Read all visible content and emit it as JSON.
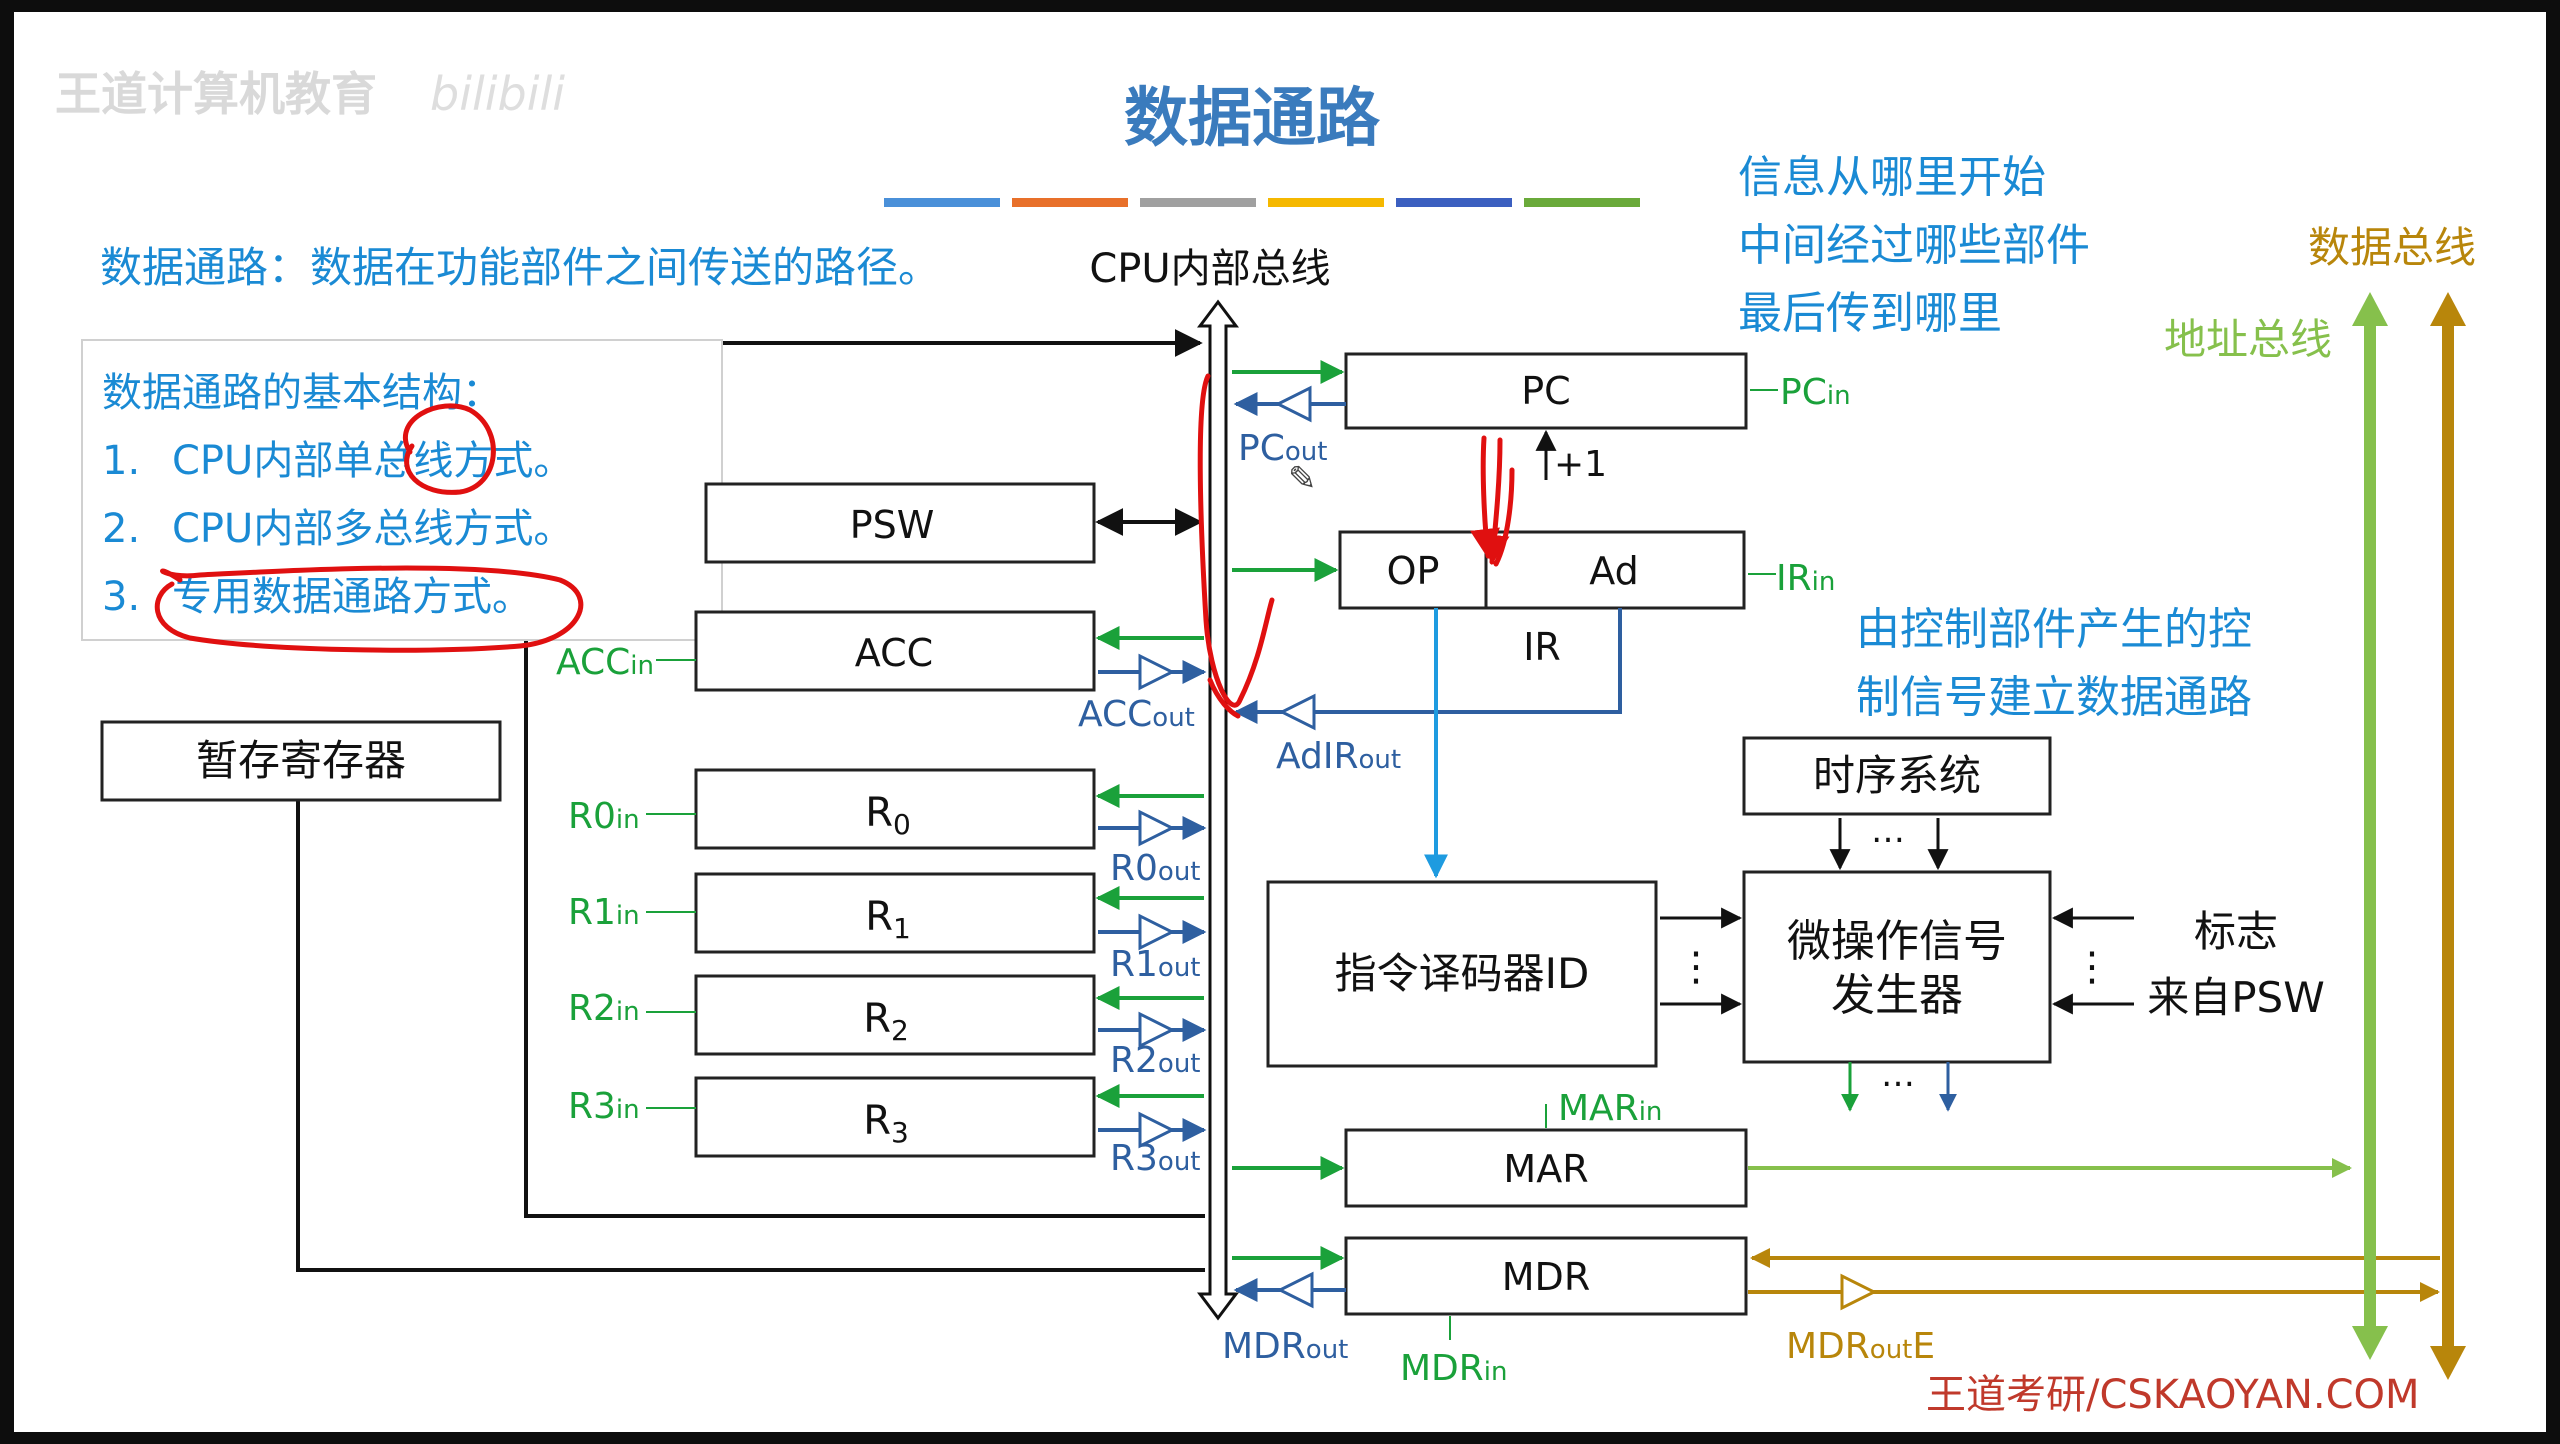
{
  "watermark": "王道计算机教育",
  "title": "数据通路",
  "definition": "数据通路：数据在功能部件之间传送的路径。",
  "bus_label": "CPU内部总线",
  "questions": [
    "信息从哪里开始",
    "中间经过哪些部件",
    "最后传到哪里"
  ],
  "control_note": [
    "由控制部件产生的控",
    "制信号建立数据通路"
  ],
  "structure": {
    "heading": "数据通路的基本结构：",
    "items": [
      {
        "num": "1.",
        "text": "CPU内部单总线方式。"
      },
      {
        "num": "2.",
        "text": "CPU内部多总线方式。"
      },
      {
        "num": "3.",
        "text": "专用数据通路方式。"
      }
    ]
  },
  "boxes": {
    "temp": "暂存寄存器",
    "psw": "PSW",
    "acc": "ACC",
    "r0": "R",
    "r0_sub": "0",
    "r1": "R",
    "r1_sub": "1",
    "r2": "R",
    "r2_sub": "2",
    "r3": "R",
    "r3_sub": "3",
    "pc": "PC",
    "op": "OP",
    "ad": "Ad",
    "ir": "IR",
    "decoder": "指令译码器ID",
    "timing": "时序系统",
    "micro_line1": "微操作信号",
    "micro_line2": "发生器",
    "mar": "MAR",
    "mdr": "MDR"
  },
  "signals": {
    "pc_in": "PCin",
    "pc_out": "PCout",
    "plus_one": "+1",
    "ir_in": "IRin",
    "adir_out": "AdIRout",
    "acc_in": "ACCin",
    "acc_out": "ACCout",
    "r0_in": "R0in",
    "r0_out": "R0out",
    "r1_in": "R1in",
    "r1_out": "R1out",
    "r2_in": "R2in",
    "r2_out": "R2out",
    "r3_in": "R3in",
    "r3_out": "R3out",
    "mar_in": "MARin",
    "mdr_out": "MDRout",
    "mdr_in": "MDRin",
    "mdr_oute": "MDRoutE",
    "flags_line1": "标志",
    "flags_line2": "来自PSW",
    "ellipsis": "…",
    "vdots": "⋮"
  },
  "buses": {
    "data": "数据总线",
    "address": "地址总线"
  },
  "footer": "王道考研/CSKAOYAN.COM",
  "colors": {
    "title": "#3a7bbd",
    "blue_text": "#1a8ad4",
    "control_green": "#1aa13a",
    "signal_blue": "#2e5fa0",
    "address_green": "#86c04c",
    "data_gold": "#b8860b",
    "footer_red": "#c0392b",
    "ink_red": "#e01010",
    "ir_line_blue": "#1e9be0"
  },
  "title_underline_colors": [
    "#4a90d9",
    "#e8702a",
    "#a0a0a0",
    "#f5b800",
    "#3b5fc0",
    "#6aaa3a"
  ]
}
